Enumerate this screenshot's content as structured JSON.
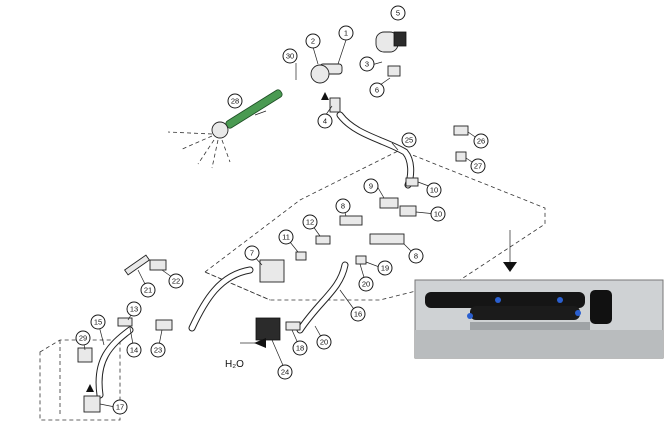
{
  "callouts": [
    {
      "n": "1"
    },
    {
      "n": "2"
    },
    {
      "n": "3"
    },
    {
      "n": "4"
    },
    {
      "n": "5"
    },
    {
      "n": "6"
    },
    {
      "n": "7"
    },
    {
      "n": "8"
    },
    {
      "n": "8"
    },
    {
      "n": "9"
    },
    {
      "n": "10"
    },
    {
      "n": "10"
    },
    {
      "n": "11"
    },
    {
      "n": "12"
    },
    {
      "n": "13"
    },
    {
      "n": "14"
    },
    {
      "n": "15"
    },
    {
      "n": "16"
    },
    {
      "n": "17"
    },
    {
      "n": "18"
    },
    {
      "n": "19"
    },
    {
      "n": "20"
    },
    {
      "n": "20"
    },
    {
      "n": "21"
    },
    {
      "n": "22"
    },
    {
      "n": "23"
    },
    {
      "n": "24"
    },
    {
      "n": "25"
    },
    {
      "n": "26"
    },
    {
      "n": "27"
    },
    {
      "n": "28"
    },
    {
      "n": "29"
    },
    {
      "n": "30"
    }
  ],
  "water_label": "H₂O",
  "colors": {
    "line": "#222222",
    "tube_highlight": "#2c8a3a",
    "photo_blue": "#2a5fd0"
  }
}
